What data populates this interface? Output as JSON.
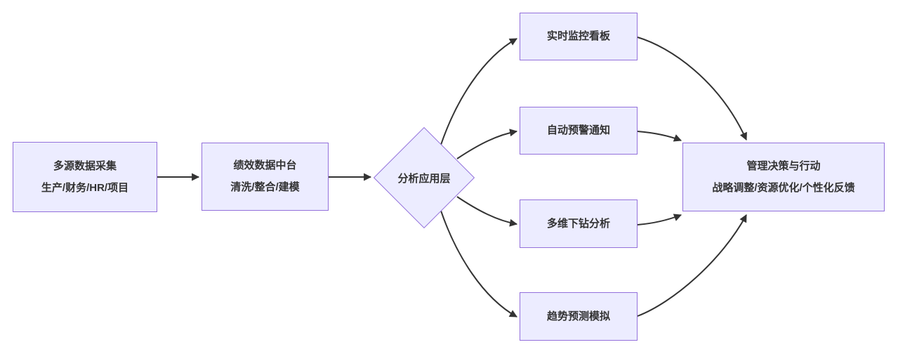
{
  "diagram": {
    "type": "flowchart",
    "direction": "left-to-right",
    "colors": {
      "node_fill": "#ECECFF",
      "node_border": "#9370DB",
      "edge": "#333333",
      "text": "#333333",
      "background": "#FFFFFF"
    },
    "nodes": {
      "source": {
        "shape": "rect",
        "title": "多源数据采集",
        "subtitle": "生产/财务/HR/项目"
      },
      "platform": {
        "shape": "rect",
        "title": "绩效数据中台",
        "subtitle": "清洗/整合/建模"
      },
      "analysis": {
        "shape": "diamond",
        "title": "分析应用层"
      },
      "dashboard": {
        "shape": "rect",
        "title": "实时监控看板"
      },
      "alerts": {
        "shape": "rect",
        "title": "自动预警通知"
      },
      "drilldown": {
        "shape": "rect",
        "title": "多维下钻分析"
      },
      "forecast": {
        "shape": "rect",
        "title": "趋势预测模拟"
      },
      "decision": {
        "shape": "rect",
        "title": "管理决策与行动",
        "subtitle": "战略调整/资源优化/个性化反馈"
      }
    },
    "edges": [
      {
        "from": "source",
        "to": "platform"
      },
      {
        "from": "platform",
        "to": "analysis"
      },
      {
        "from": "analysis",
        "to": "dashboard"
      },
      {
        "from": "analysis",
        "to": "alerts"
      },
      {
        "from": "analysis",
        "to": "drilldown"
      },
      {
        "from": "analysis",
        "to": "forecast"
      },
      {
        "from": "dashboard",
        "to": "decision"
      },
      {
        "from": "alerts",
        "to": "decision"
      },
      {
        "from": "drilldown",
        "to": "decision"
      },
      {
        "from": "forecast",
        "to": "decision"
      }
    ]
  }
}
